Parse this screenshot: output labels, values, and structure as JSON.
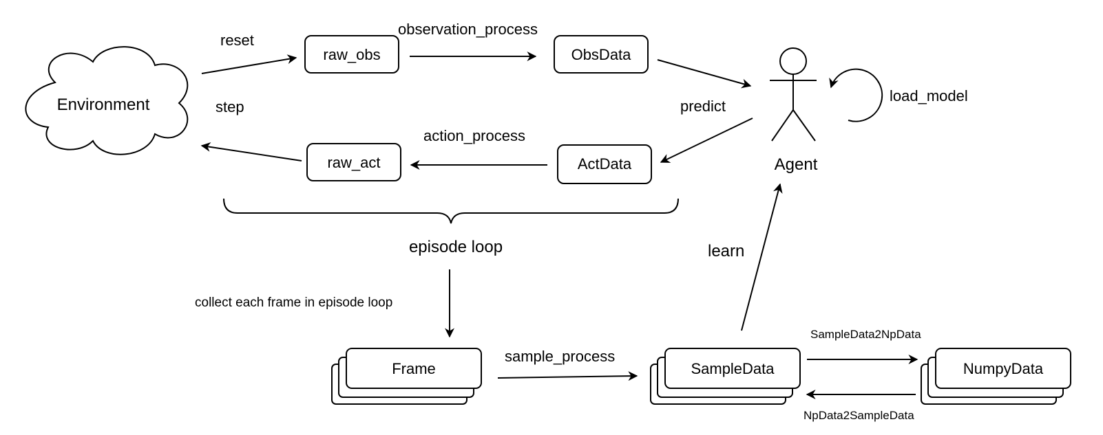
{
  "nodes": {
    "environment": "Environment",
    "raw_obs": "raw_obs",
    "obs_data": "ObsData",
    "agent": "Agent",
    "act_data": "ActData",
    "raw_act": "raw_act",
    "frame": "Frame",
    "sample_data": "SampleData",
    "numpy_data": "NumpyData"
  },
  "edges": {
    "reset": "reset",
    "step": "step",
    "observation_process": "observation_process",
    "predict": "predict",
    "action_process": "action_process",
    "load_model": "load_model",
    "episode_loop": "episode loop",
    "collect": "collect each frame in episode loop",
    "sample_process": "sample_process",
    "learn": "learn",
    "sample_to_np": "SampleData2NpData",
    "np_to_sample": "NpData2SampleData"
  }
}
